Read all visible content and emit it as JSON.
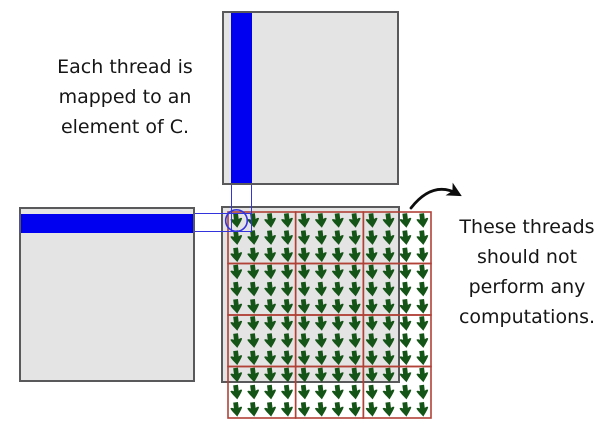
{
  "notes": {
    "left": {
      "lines": [
        "Each thread is",
        "mapped to an",
        "element of C."
      ]
    },
    "right": {
      "lines": [
        "These threads",
        "should not",
        "perform any",
        "computations."
      ]
    }
  },
  "matrices": {
    "b": {
      "name": "matrix-b-operand-top",
      "highlight": "column-strip"
    },
    "a": {
      "name": "matrix-a-operand-left",
      "highlight": "row-strip"
    },
    "c": {
      "name": "matrix-c-result",
      "highlight": "circled-element"
    }
  },
  "thread_grid": {
    "arrow_rows": 12,
    "arrow_cols": 12,
    "tile_rows": 4,
    "tile_cols": 3,
    "arrow_icon": "down-arrow"
  },
  "colors": {
    "highlight_blue": "#0000f0",
    "projection_blue": "#3434dd",
    "tile_border_red": "#b04238",
    "thread_arrow_green": "#155417",
    "matrix_fill_gray": "#e4e4e4",
    "matrix_border_gray": "#59595b",
    "annotation_black": "#161616"
  }
}
